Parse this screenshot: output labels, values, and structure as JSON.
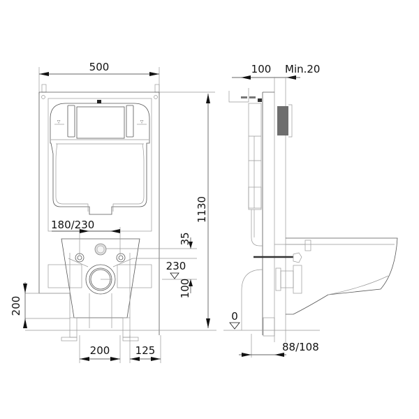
{
  "figure": {
    "type": "technical-drawing",
    "subject": "concealed cistern wall-hung toilet frame",
    "views": [
      "front",
      "side"
    ]
  },
  "front_view": {
    "dimensions": {
      "frame_width": "500",
      "frame_height": "1130",
      "inlet_spacing": "180/230",
      "flush_outlet_offset": "35",
      "outlet_height": "230",
      "waste_offset": "100",
      "floor_height": "200",
      "foot_spacing": "200",
      "foot_offset": "125"
    }
  },
  "side_view": {
    "dimensions": {
      "frame_depth": "100",
      "min_wall": "Min.20",
      "floor_level": "0",
      "pipe_projection": "88/108"
    }
  },
  "colors": {
    "line": "#555555",
    "dimension_text": "#111111",
    "panel_fill": "#6e6e6e"
  }
}
